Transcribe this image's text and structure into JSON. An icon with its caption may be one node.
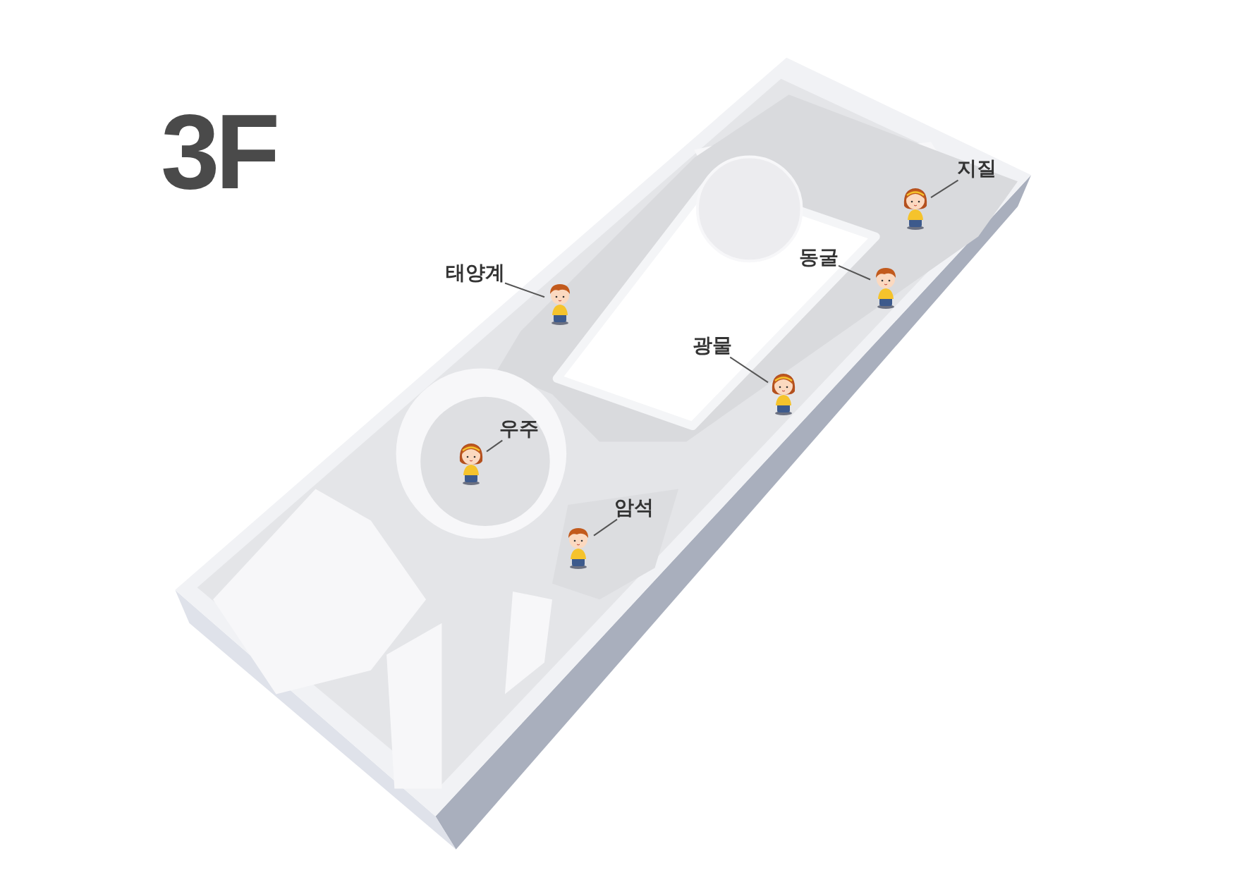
{
  "diagram": {
    "title": "3F",
    "nodes": [
      {
        "text": [
          "지질"
        ]
      },
      {
        "text": [],
        "shape": "person"
      },
      {
        "text": [
          "동굴"
        ]
      },
      {
        "text": [],
        "shape": "person"
      },
      {
        "text": [
          "태양계"
        ]
      },
      {
        "text": [],
        "shape": "person"
      },
      {
        "text": [
          "광물"
        ]
      },
      {
        "text": [],
        "shape": "person"
      },
      {
        "text": [
          "우주"
        ]
      },
      {
        "text": [],
        "shape": "person"
      },
      {
        "text": [
          "암석"
        ]
      },
      {
        "text": [],
        "shape": "person"
      }
    ],
    "edges": [
      {
        "from": 0,
        "to": 1,
        "arrow": "none"
      },
      {
        "from": 2,
        "to": 3,
        "arrow": "none"
      },
      {
        "from": 4,
        "to": 5,
        "arrow": "none"
      },
      {
        "from": 6,
        "to": 7,
        "arrow": "none"
      },
      {
        "from": 8,
        "to": 9,
        "arrow": "none"
      },
      {
        "from": 10,
        "to": 11,
        "arrow": "none"
      }
    ]
  }
}
